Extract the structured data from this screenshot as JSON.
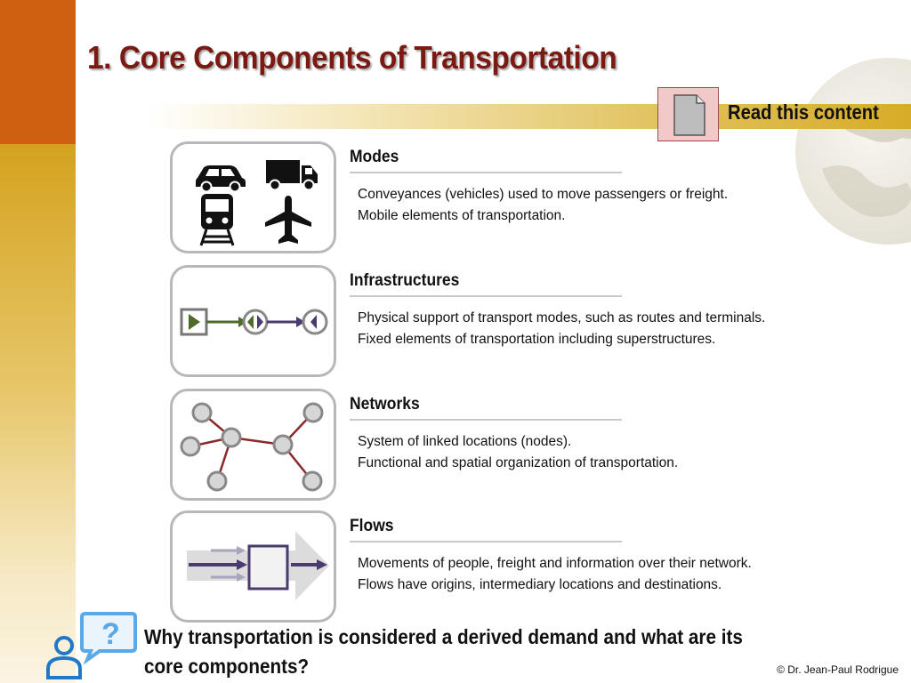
{
  "slide": {
    "title": "1. Core Components of Transportation",
    "read_content_label": "Read this content",
    "question": "Why transportation is considered a derived demand and what are its core components?",
    "credit": "© Dr. Jean-Paul Rodrigue"
  },
  "sections": [
    {
      "heading": "Modes",
      "icon": "vehicles-icon",
      "lines": [
        "Conveyances (vehicles) used to move passengers or freight.",
        "Mobile elements of transportation."
      ]
    },
    {
      "heading": "Infrastructures",
      "icon": "terminals-routes-icon",
      "lines": [
        "Physical support of transport modes, such as routes and terminals.",
        "Fixed elements of transportation including superstructures."
      ]
    },
    {
      "heading": "Networks",
      "icon": "network-nodes-icon",
      "lines": [
        "System of linked locations (nodes).",
        "Functional and spatial organization of transportation."
      ]
    },
    {
      "heading": "Flows",
      "icon": "flow-arrows-icon",
      "lines": [
        "Movements of people, freight and information over their network.",
        "Flows have origins, intermediary locations and destinations."
      ]
    }
  ],
  "colors": {
    "accent_orange": "#cf6010",
    "accent_gold": "#d4a21f",
    "title_red": "#7a1a12",
    "infra_green": "#4f6b2a",
    "infra_purple": "#4a3a6e",
    "network_link": "#8b2a2a",
    "question_blue": "#1f78c8"
  }
}
